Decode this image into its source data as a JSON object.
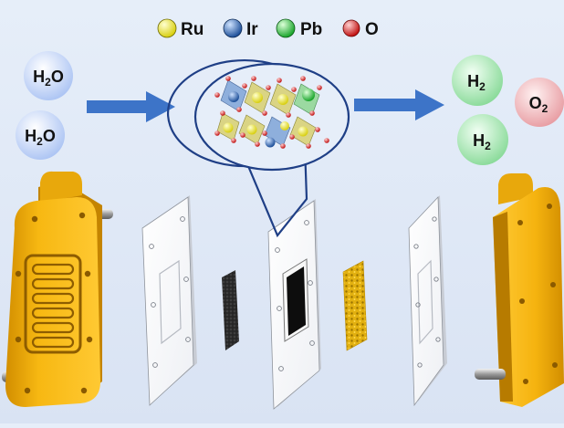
{
  "legend": [
    {
      "label": "Ru",
      "color": "#f2ea2c"
    },
    {
      "label": "Ir",
      "color": "#2f6fb8"
    },
    {
      "label": "Pb",
      "color": "#3ccb4a"
    },
    {
      "label": "O",
      "color": "#e02020"
    }
  ],
  "reactants": {
    "h2o_top": {
      "base": "H",
      "sub": "2",
      "tail": "O"
    },
    "h2o_bottom": {
      "base": "H",
      "sub": "2",
      "tail": "O"
    }
  },
  "products": {
    "h2_top": {
      "base": "H",
      "sub": "2"
    },
    "h2_bottom": {
      "base": "H",
      "sub": "2"
    },
    "o2": {
      "base": "O",
      "sub": "2"
    }
  },
  "colors": {
    "arrow": "#3d74c8",
    "water_bubble": "#b9cdf6",
    "hydrogen_bubble": "#9fe3ac",
    "oxygen_bubble": "#f0b0b4",
    "end_plate": "#f3b10e",
    "callout_outline": "#1f3f86",
    "gasket": "#ffffff",
    "membrane": "#111111",
    "catalyst_layer": "#e5b614"
  }
}
